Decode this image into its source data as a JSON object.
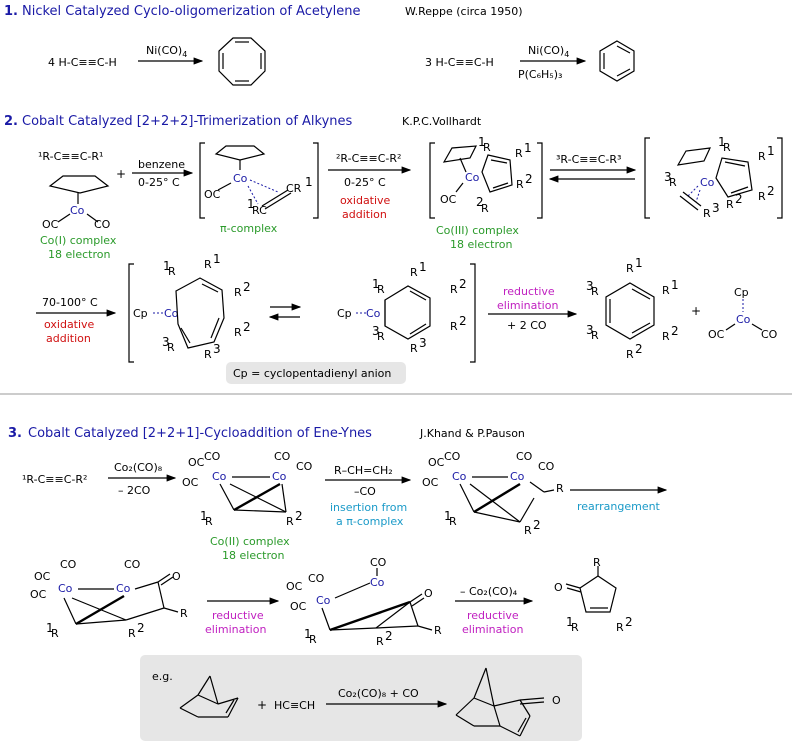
{
  "sec1": {
    "num": "1.",
    "title": "Nickel Catalyzed Cyclo-oligomerization of Acetylene",
    "credit": "W.Reppe (circa 1950)",
    "r1_reactant": "4 H-C≡≡C-H",
    "r1_reagent": "Ni(CO)",
    "r1_reagent_sub": "4",
    "r2_reactant": "3 H-C≡≡C-H",
    "r2_reagent_top": "Ni(CO)",
    "r2_reagent_top_sub": "4",
    "r2_reagent_bottom": "P(C₆H₅)₃"
  },
  "sec2": {
    "num": "2.",
    "title": "Cobalt Catalyzed [2+2+2]-Trimerization of Alkynes",
    "credit": "K.P.C.Vollhardt",
    "alkyne1": "¹R-C≡≡C-R¹",
    "plus": "+",
    "cond1_top": "benzene",
    "cond1_bottom": "0-25° C",
    "cond2_top": "²R-C≡≡C-R²",
    "cond2_bottom": "0-25° C",
    "cond2_note1": "oxidative",
    "cond2_note2": "addition",
    "cond3_top": "³R-C≡≡C-R³",
    "cond4_top": "70-100° C",
    "cond4_note1": "oxidative",
    "cond4_note2": "addition",
    "cond5_note1": "reductive",
    "cond5_note2": "elimination",
    "cond5_bottom": "+ 2 CO",
    "co1_label1": "Co(I) complex",
    "co1_label2": "18 electron",
    "pi_label": "π-complex",
    "co3_label1": "Co(III) complex",
    "co3_label2": "18 electron",
    "cp_note": "Cp = cyclopentadienyl anion",
    "co": "Co",
    "oc": "OC",
    "co_lig": "CO",
    "cp": "Cp"
  },
  "sec3": {
    "num": "3.",
    "title": "Cobalt Catalyzed [2+2+1]-Cycloaddition of Ene-Ynes",
    "credit": "J.Khand & P.Pauson",
    "alkyne": "¹R-C≡≡C-R²",
    "cond1_top": "Co₂(CO)₈",
    "cond1_bottom": "– 2CO",
    "cond2_top": "R–CH=CH₂",
    "cond2_bottom": "–CO",
    "cond2_note1": "insertion from",
    "cond2_note2": "a π-complex",
    "co2_label1": "Co(II) complex",
    "co2_label2": "18 electron",
    "rearr": "rearrangement",
    "red1_1": "reductive",
    "red1_2": "elimination",
    "cond3_top": "– Co₂(CO)₄",
    "red2_1": "reductive",
    "red2_2": "elimination",
    "eg": "e.g.",
    "eg_plus": "+",
    "eg_reactant": "HC≡CH",
    "eg_cond": "Co₂(CO)₈ + CO",
    "o": "O",
    "r": "R"
  },
  "colors": {
    "header": "#1a1aa6",
    "green": "#2a9a2a",
    "red": "#d01010",
    "magenta": "#c020c0",
    "cyan": "#1a9ac8",
    "box": "#e6e6e6"
  }
}
